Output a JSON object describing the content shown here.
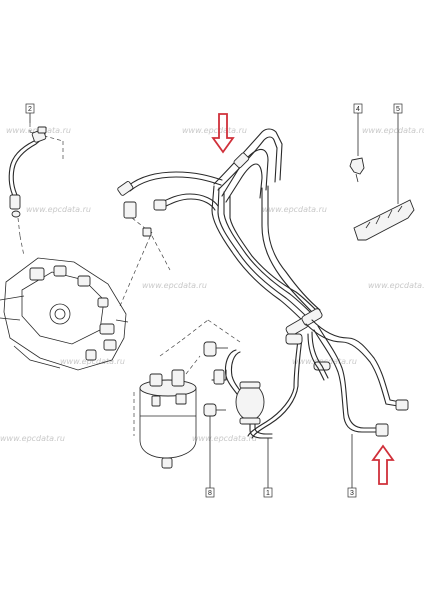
{
  "watermark": "www.epcdata.ru",
  "callouts": {
    "c1": "1",
    "c2": "2",
    "c3": "3",
    "c4": "4",
    "c5": "5",
    "c8": "8"
  },
  "colors": {
    "line": "#2a2a2a",
    "highlight_arrow": "#d0303a",
    "watermark": "#c9c9c9"
  }
}
